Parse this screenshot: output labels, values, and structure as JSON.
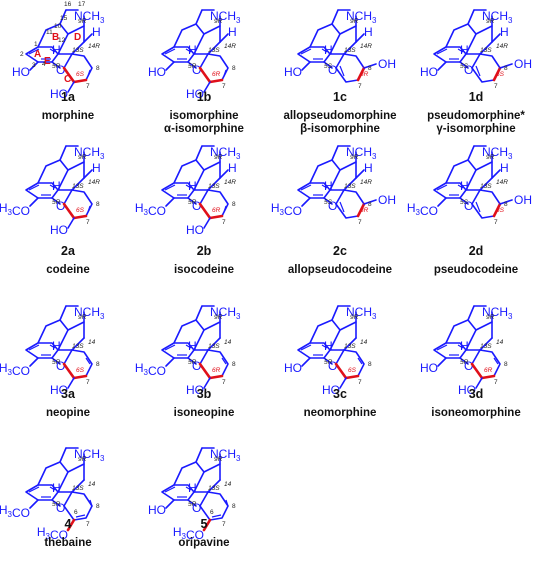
{
  "colors": {
    "structure": "#1a1aff",
    "highlight": "#e0101a",
    "text": "#111111"
  },
  "compounds": [
    {
      "code": "1a",
      "names": [
        "morphine"
      ],
      "c3": "HO",
      "c6": "HO",
      "c6_config": "6S",
      "variant": "a",
      "extra_labels": true
    },
    {
      "code": "1b",
      "names": [
        "isomorphine",
        "α-isomorphine"
      ],
      "c3": "HO",
      "c6": "HO",
      "c6_config": "6R",
      "variant": "b"
    },
    {
      "code": "1c",
      "names": [
        "allopseudomorphine",
        "β-isomorphine"
      ],
      "c3": "HO",
      "c6": "OH",
      "c8_config": "8R",
      "variant": "c"
    },
    {
      "code": "1d",
      "names": [
        "pseudomorphine*",
        "γ-isomorphine"
      ],
      "c3": "HO",
      "c6": "OH",
      "c8_config": "6S",
      "variant": "d"
    },
    {
      "code": "2a",
      "names": [
        "codeine"
      ],
      "c3": "H3CO",
      "c6": "HO",
      "c6_config": "6S",
      "variant": "a"
    },
    {
      "code": "2b",
      "names": [
        "isocodeine"
      ],
      "c3": "H3CO",
      "c6": "HO",
      "c6_config": "6R",
      "variant": "b"
    },
    {
      "code": "2c",
      "names": [
        "allopseudocodeine"
      ],
      "c3": "H3CO",
      "c6": "OH",
      "c8_config": "8R",
      "variant": "c"
    },
    {
      "code": "2d",
      "names": [
        "pseudocodeine"
      ],
      "c3": "H3CO",
      "c6": "OH",
      "c8_config": "8S",
      "variant": "d"
    },
    {
      "code": "3a",
      "names": [
        "neopine"
      ],
      "c3": "H3CO",
      "c6": "HO",
      "c6_config": "6S",
      "variant": "e"
    },
    {
      "code": "3b",
      "names": [
        "isoneopine"
      ],
      "c3": "H3CO",
      "c6": "HO",
      "c6_config": "6R",
      "variant": "f"
    },
    {
      "code": "3c",
      "names": [
        "neomorphine"
      ],
      "c3": "HO",
      "c6": "HO",
      "c6_config": "6S",
      "variant": "e"
    },
    {
      "code": "3d",
      "names": [
        "isoneomorphine"
      ],
      "c3": "HO",
      "c6": "HO",
      "c6_config": "6R",
      "variant": "f"
    },
    {
      "code": "4",
      "names": [
        "thebaine"
      ],
      "c3": "H3CO",
      "c6": "H3CO",
      "c6_config": "",
      "variant": "g"
    },
    {
      "code": "5",
      "names": [
        "oripavine"
      ],
      "c3": "HO",
      "c6": "H3CO",
      "c6_config": "",
      "variant": "g"
    }
  ],
  "common_labels": {
    "nme": "NCH3",
    "bridge_O": "O",
    "h": "H",
    "c9": "9R",
    "c13": "13S",
    "c5": "5R",
    "c14": "14R",
    "c14_plain": "14",
    "c8": "8",
    "c7": "7",
    "c6": "6",
    "c5s": "5S"
  },
  "ring_labels": [
    "A",
    "B",
    "C",
    "D",
    "E"
  ],
  "atom_numbers": [
    "1",
    "2",
    "3",
    "4",
    "10",
    "11",
    "12",
    "15",
    "16",
    "17"
  ]
}
